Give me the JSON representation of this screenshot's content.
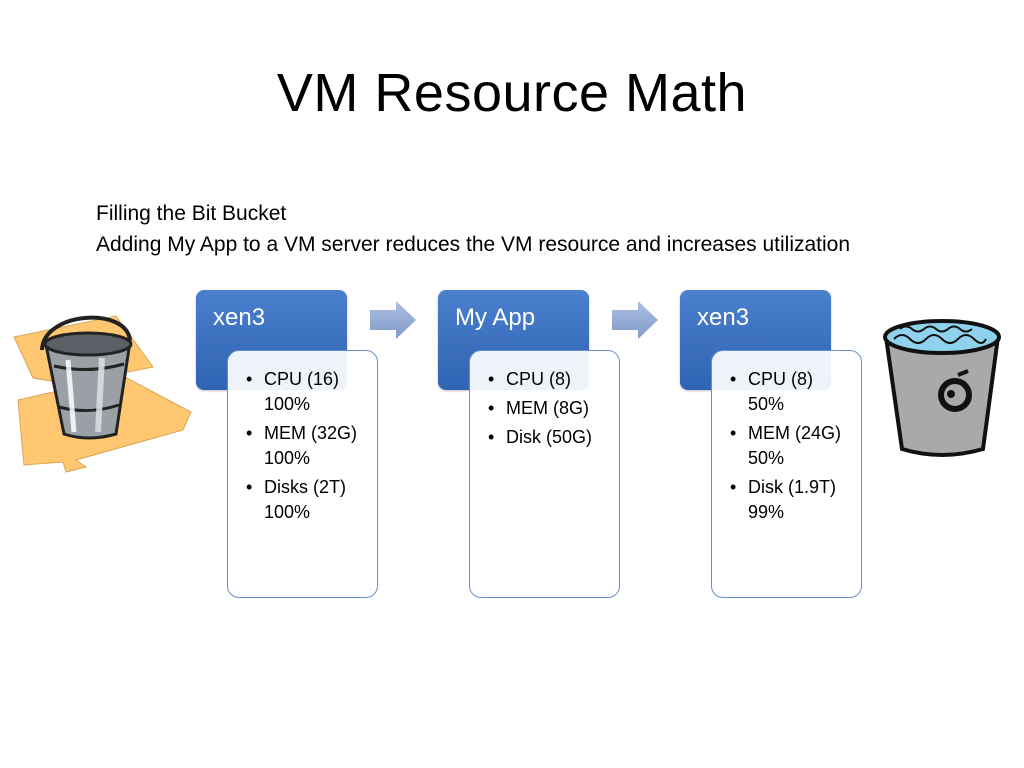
{
  "slide": {
    "title": "VM Resource Math",
    "subtitle_lines": [
      "Filling the Bit Bucket",
      "Adding My App to a VM server reduces the VM resource and increases utilization"
    ]
  },
  "process": [
    {
      "title": "xen3",
      "items": [
        "CPU (16) 100%",
        "MEM (32G) 100%",
        "Disks (2T) 100%"
      ]
    },
    {
      "title": "My App",
      "items": [
        "CPU (8)",
        "MEM (8G)",
        "Disk (50G)"
      ]
    },
    {
      "title": "xen3",
      "items": [
        "CPU (8) 50%",
        "MEM (24G) 50%",
        "Disk (1.9T) 99%"
      ]
    }
  ],
  "icons": {
    "left": "empty-bucket-icon",
    "right": "full-bucket-icon",
    "arrows": "chevron-arrow-icon"
  },
  "colors": {
    "header_blue": "#3a6ec0",
    "card_border": "#6a8fc7",
    "arrow_blue": "#8ea8d4"
  }
}
